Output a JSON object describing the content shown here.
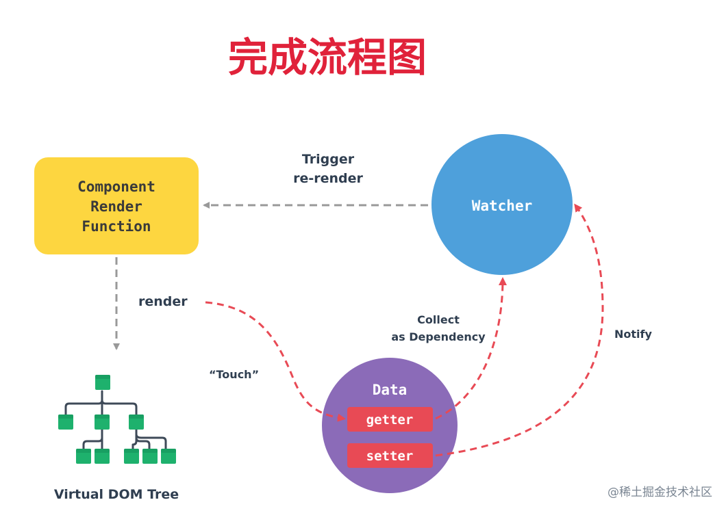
{
  "title": "完成流程图",
  "component_render": {
    "line1": "Component",
    "line2": "Render",
    "line3": "Function"
  },
  "watcher": {
    "label": "Watcher"
  },
  "data_node": {
    "label": "Data",
    "getter": "getter",
    "setter": "setter"
  },
  "vdom": {
    "label": "Virtual DOM Tree"
  },
  "edges": {
    "trigger_line1": "Trigger",
    "trigger_line2": "re-render",
    "render": "render",
    "touch": "“Touch”",
    "collect_line1": "Collect",
    "collect_line2": "as Dependency",
    "notify": "Notify"
  },
  "watermark": "@稀土掘金技术社区",
  "colors": {
    "title": "#E0223A",
    "component_fill": "#FDD640",
    "component_text": "#3A3A3A",
    "watcher_fill": "#4EA0DB",
    "data_fill": "#8B6BB8",
    "pill_fill": "#E84A55",
    "tree_node": "#1EB16D",
    "tree_line": "#3E4A58",
    "dark_text": "#2F3E50",
    "gray_arrow": "#999999",
    "red_arrow": "#E84A55"
  }
}
